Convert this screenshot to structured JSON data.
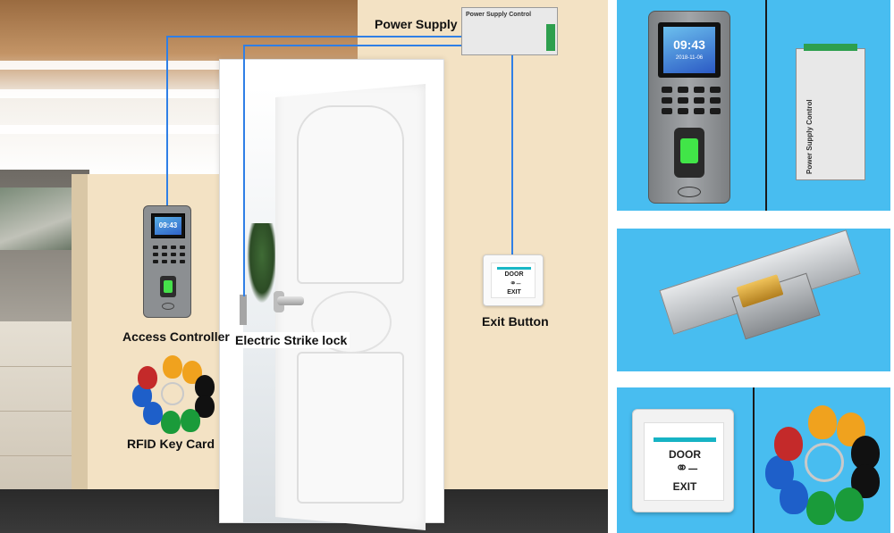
{
  "labels": {
    "power_supply": "Power Supply",
    "access_controller": "Access Controller",
    "electric_strike_lock": "Electric Strike lock",
    "exit_button": "Exit Button",
    "rfid_key_card": "RFID Key Card"
  },
  "controller": {
    "time": "09:43",
    "date": "2018-11-06"
  },
  "power_supply_device": {
    "title": "Power Supply Control"
  },
  "exit_button_device": {
    "line1": "DOOR",
    "line2": "EXIT"
  },
  "colors": {
    "wire": "#2f7fe6",
    "panel_background": "#48bdf0",
    "divider": "#1a1a1a",
    "fingerprint_glow": "#41e548",
    "exit_stripe": "#16b3c4"
  },
  "icons": {
    "key": "key-icon",
    "fingerprint": "fingerprint-sensor",
    "rfid": "rfid-wave-icon"
  },
  "keycard_colors": [
    "#1e5fc9",
    "#f0a21e",
    "#111111",
    "#1a9b3a",
    "#c42a2a",
    "#1e5fc9",
    "#1a9b3a",
    "#f0a21e",
    "#111111",
    "#1e5fc9"
  ]
}
